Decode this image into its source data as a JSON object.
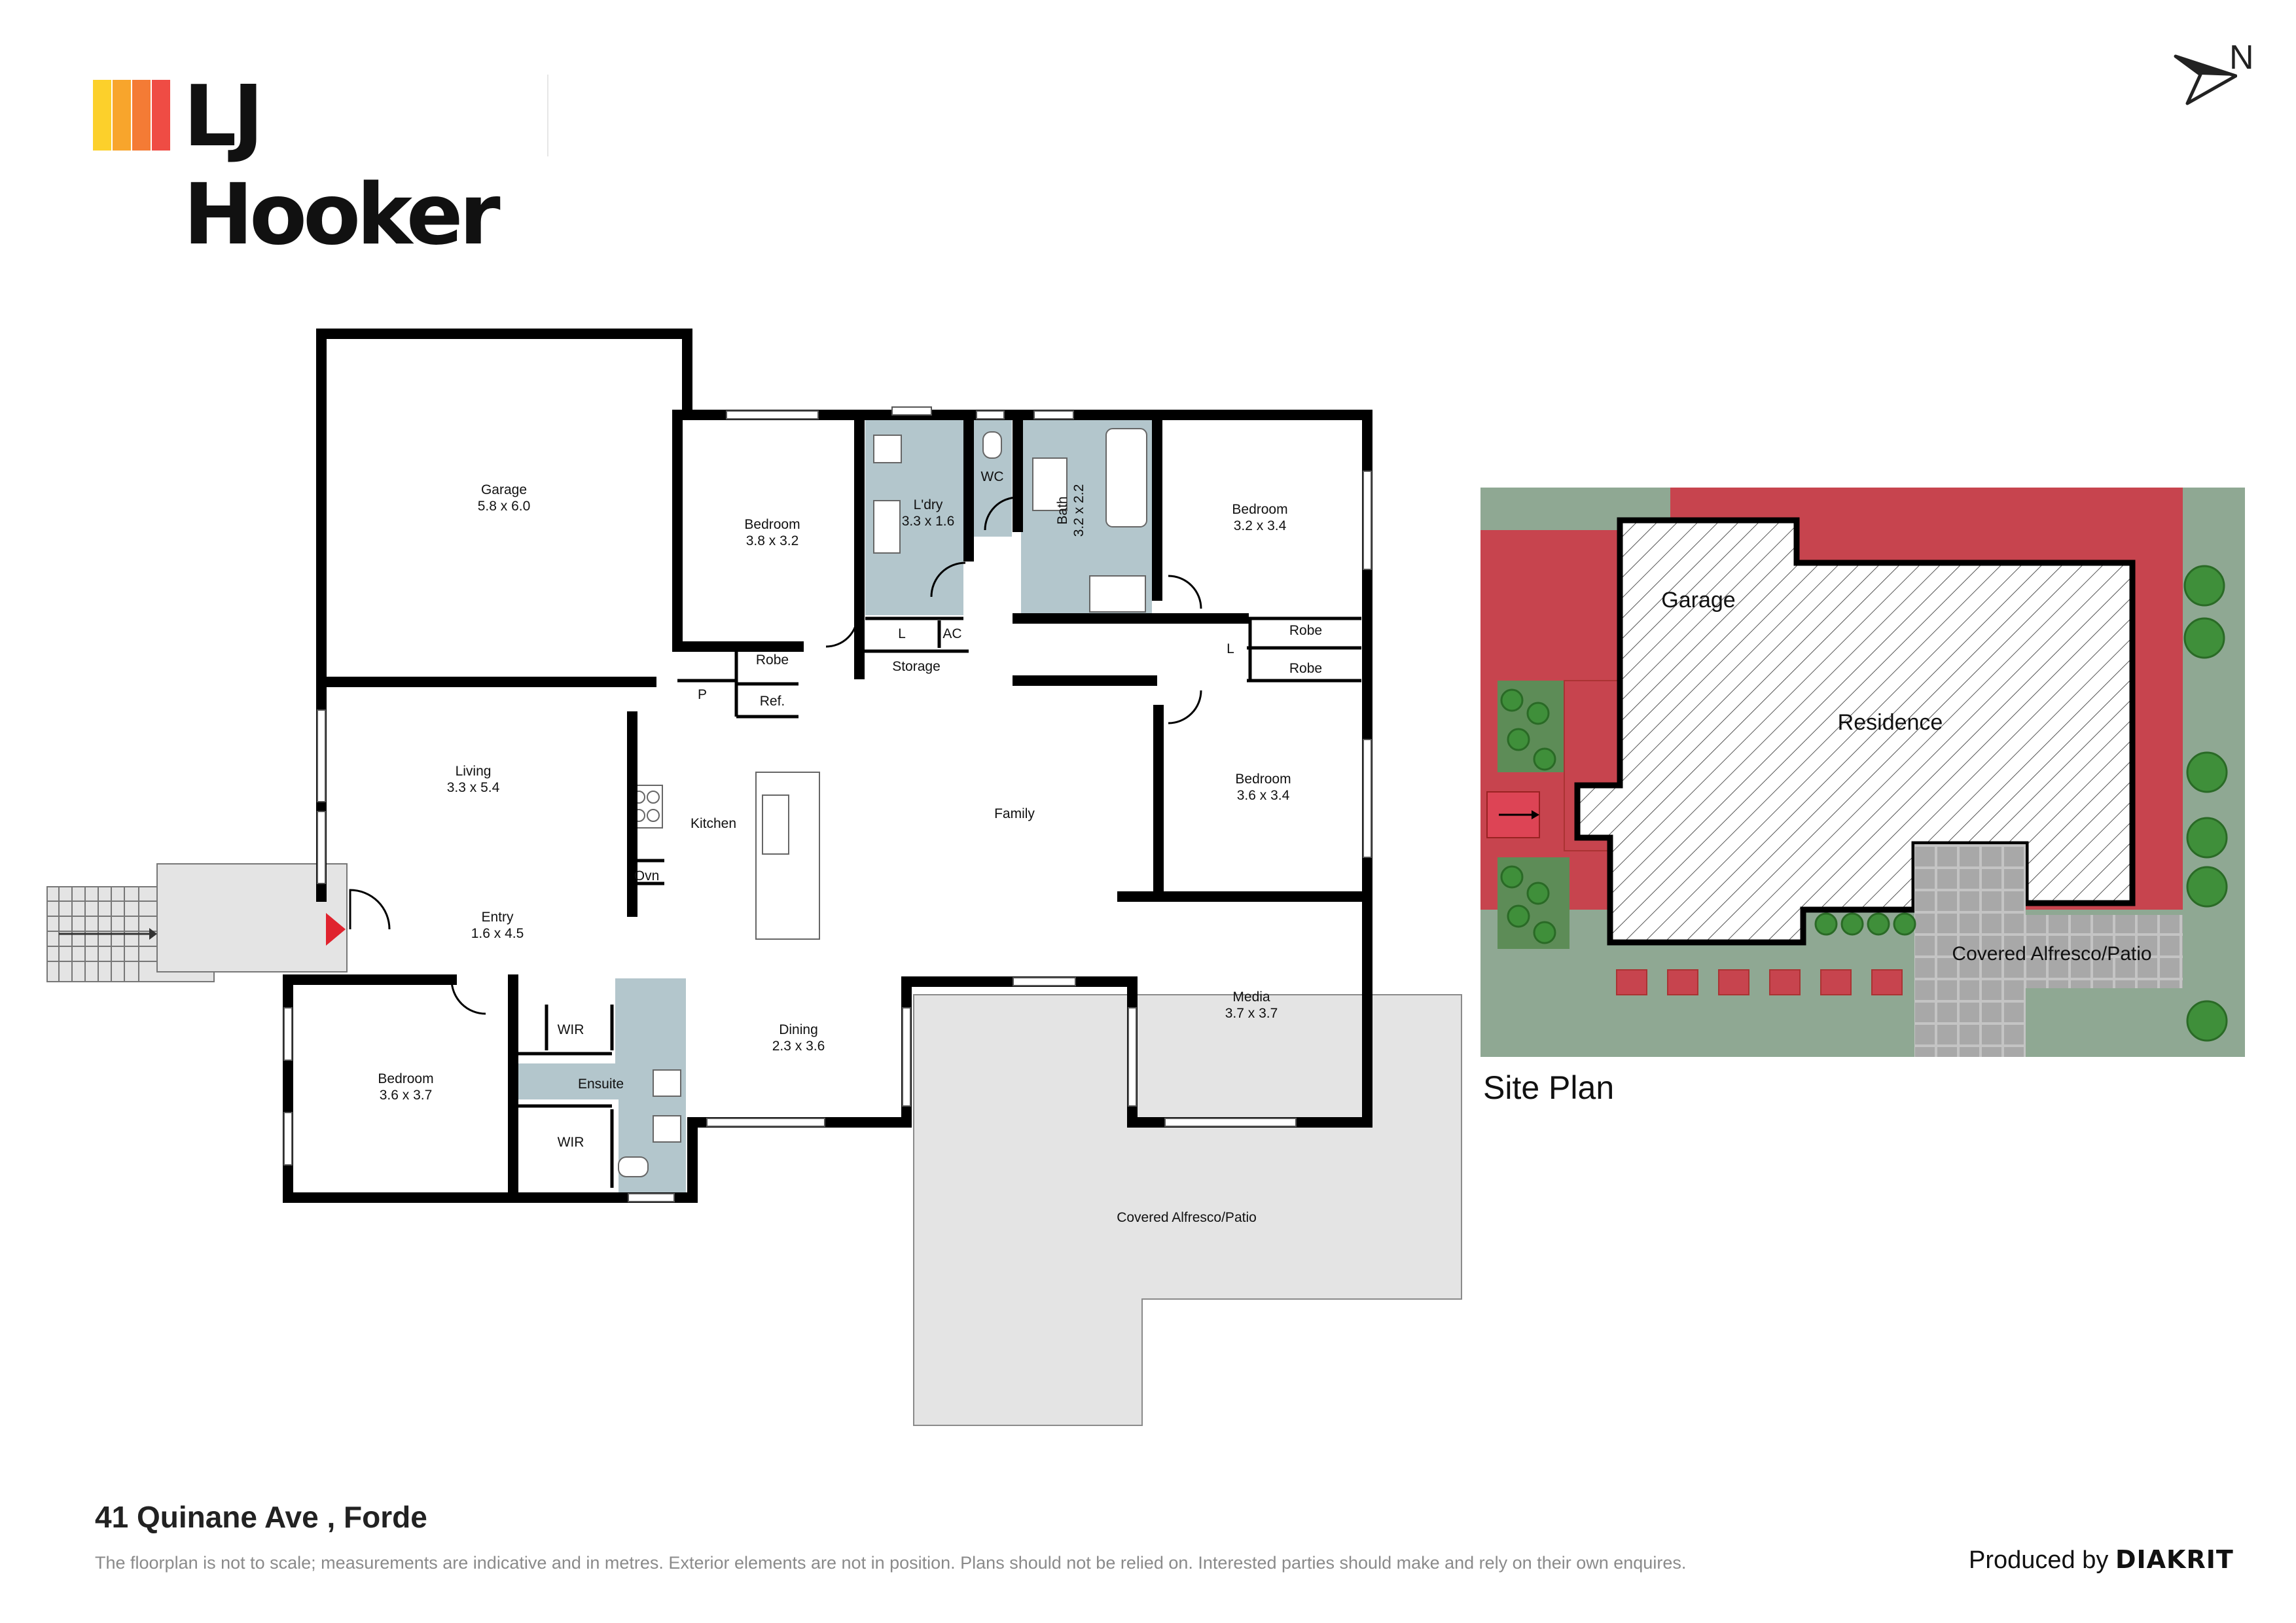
{
  "brand": {
    "name": "LJ Hooker",
    "bar_colors": [
      "#fcd02b",
      "#f8a52c",
      "#f47b35",
      "#ef4c44"
    ]
  },
  "compass": {
    "label": "N"
  },
  "rooms": {
    "garage": {
      "name": "Garage",
      "size": "5.8 x 6.0"
    },
    "bedroom_nw": {
      "name": "Bedroom",
      "size": "3.8 x 3.2"
    },
    "laundry": {
      "name": "L'dry",
      "size": "3.3 x 1.6"
    },
    "wc": {
      "name": "WC"
    },
    "bath": {
      "name": "Bath",
      "size": "3.2 x 2.2"
    },
    "bedroom_ne": {
      "name": "Bedroom",
      "size": "3.2 x 3.4"
    },
    "robe_nw": "Robe",
    "ref": "Ref.",
    "pantry": "P",
    "storage": "Storage",
    "linen_l": "L",
    "ac": "AC",
    "linen_r": "L",
    "robe_ne1": "Robe",
    "robe_ne2": "Robe",
    "living": {
      "name": "Living",
      "size": "3.3 x 5.4"
    },
    "kitchen": "Kitchen",
    "oven": "Ovn",
    "family": "Family",
    "bedroom_e": {
      "name": "Bedroom",
      "size": "3.6 x 3.4"
    },
    "entry": {
      "name": "Entry",
      "size": "1.6 x 4.5"
    },
    "bedroom_sw": {
      "name": "Bedroom",
      "size": "3.6 x 3.7"
    },
    "wir1": "WIR",
    "wir2": "WIR",
    "ensuite": "Ensuite",
    "dining": {
      "name": "Dining",
      "size": "2.3 x 3.6"
    },
    "media": {
      "name": "Media",
      "size": "3.7 x 3.7"
    },
    "alfresco": "Covered Alfresco/Patio"
  },
  "site_plan": {
    "title": "Site Plan",
    "garage": "Garage",
    "residence": "Residence",
    "alfresco": "Covered Alfresco/Patio",
    "colors": {
      "lawn": "#8fa893",
      "red_zone": "#c7444e",
      "paving": "#a8a8a8",
      "shrub": "#3f8f3a"
    }
  },
  "footer": {
    "address": "41 Quinane Ave , Forde",
    "disclaimer": "The floorplan is not to scale; measurements are indicative and in metres. Exterior elements are not in position. Plans should not be relied on. Interested parties should make and rely on their own enquires.",
    "produced_by": "Produced by",
    "producer": "DIAKRIT"
  },
  "colors": {
    "wall": "#000000",
    "wet_area": "#b3c6cc",
    "exterior": "#e4e4e4",
    "entry_marker": "#e0232e"
  }
}
